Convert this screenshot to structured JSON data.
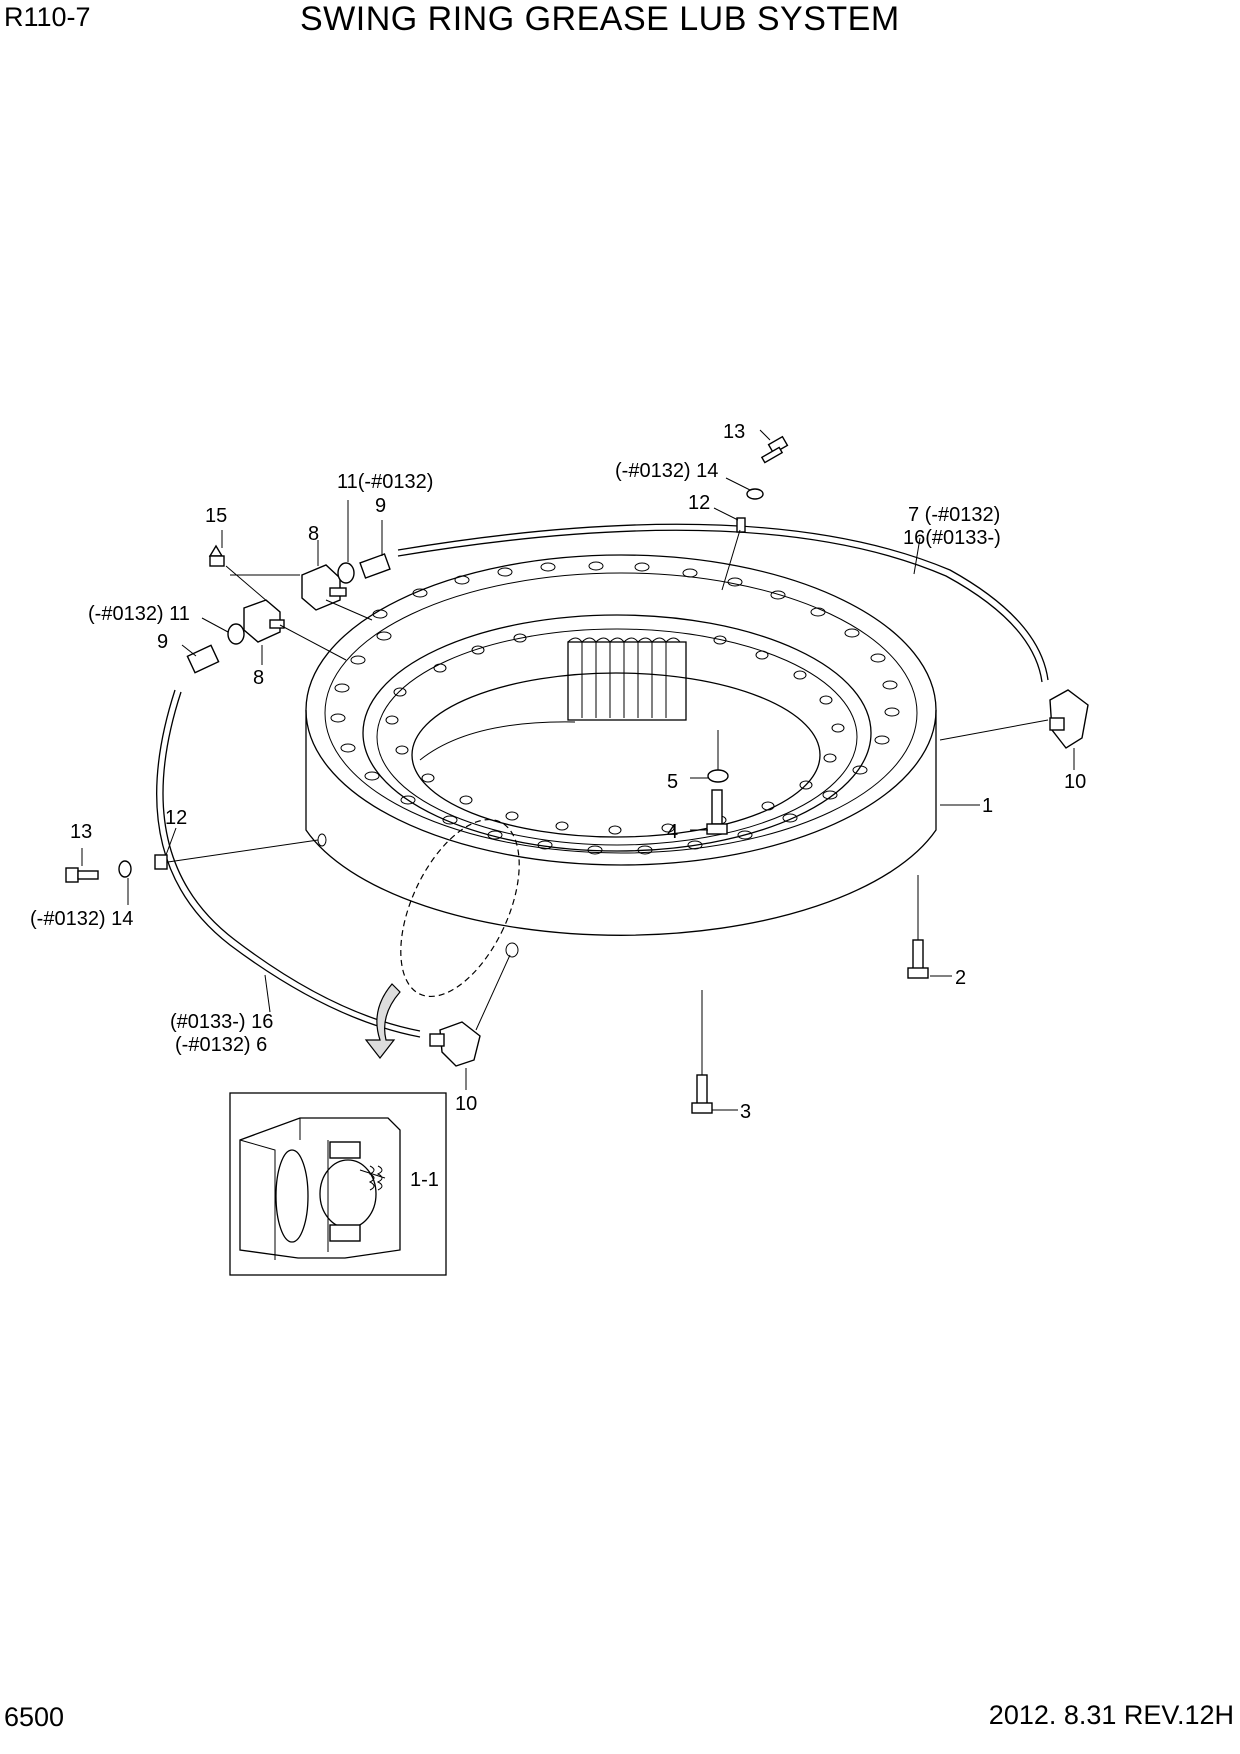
{
  "header": {
    "model": "R110-7",
    "title": "SWING RING GREASE LUB SYSTEM"
  },
  "footer": {
    "page": "6500",
    "revision": "2012. 8.31  REV.12H"
  },
  "callouts": {
    "c13_top": "13",
    "c14_top": "(-#0132) 14",
    "c12_top": "12",
    "c7_right": "7 (-#0132)",
    "c16_right": "16(#0133-)",
    "c11_top": "11(-#0132)",
    "c9_top": "9",
    "c15": "15",
    "c8_top": "8",
    "c11_left": "(-#0132) 11",
    "c9_left": "9",
    "c8_left": "8",
    "c10_right": "10",
    "c1": "1",
    "c5": "5",
    "c4": "4",
    "c13_left": "13",
    "c12_left": "12",
    "c14_left": "(-#0132) 14",
    "c2": "2",
    "c16_left": "(#0133-) 16",
    "c6_left": "(-#0132) 6",
    "c10_bottom": "10",
    "c3": "3",
    "c1_1": "1-1"
  }
}
